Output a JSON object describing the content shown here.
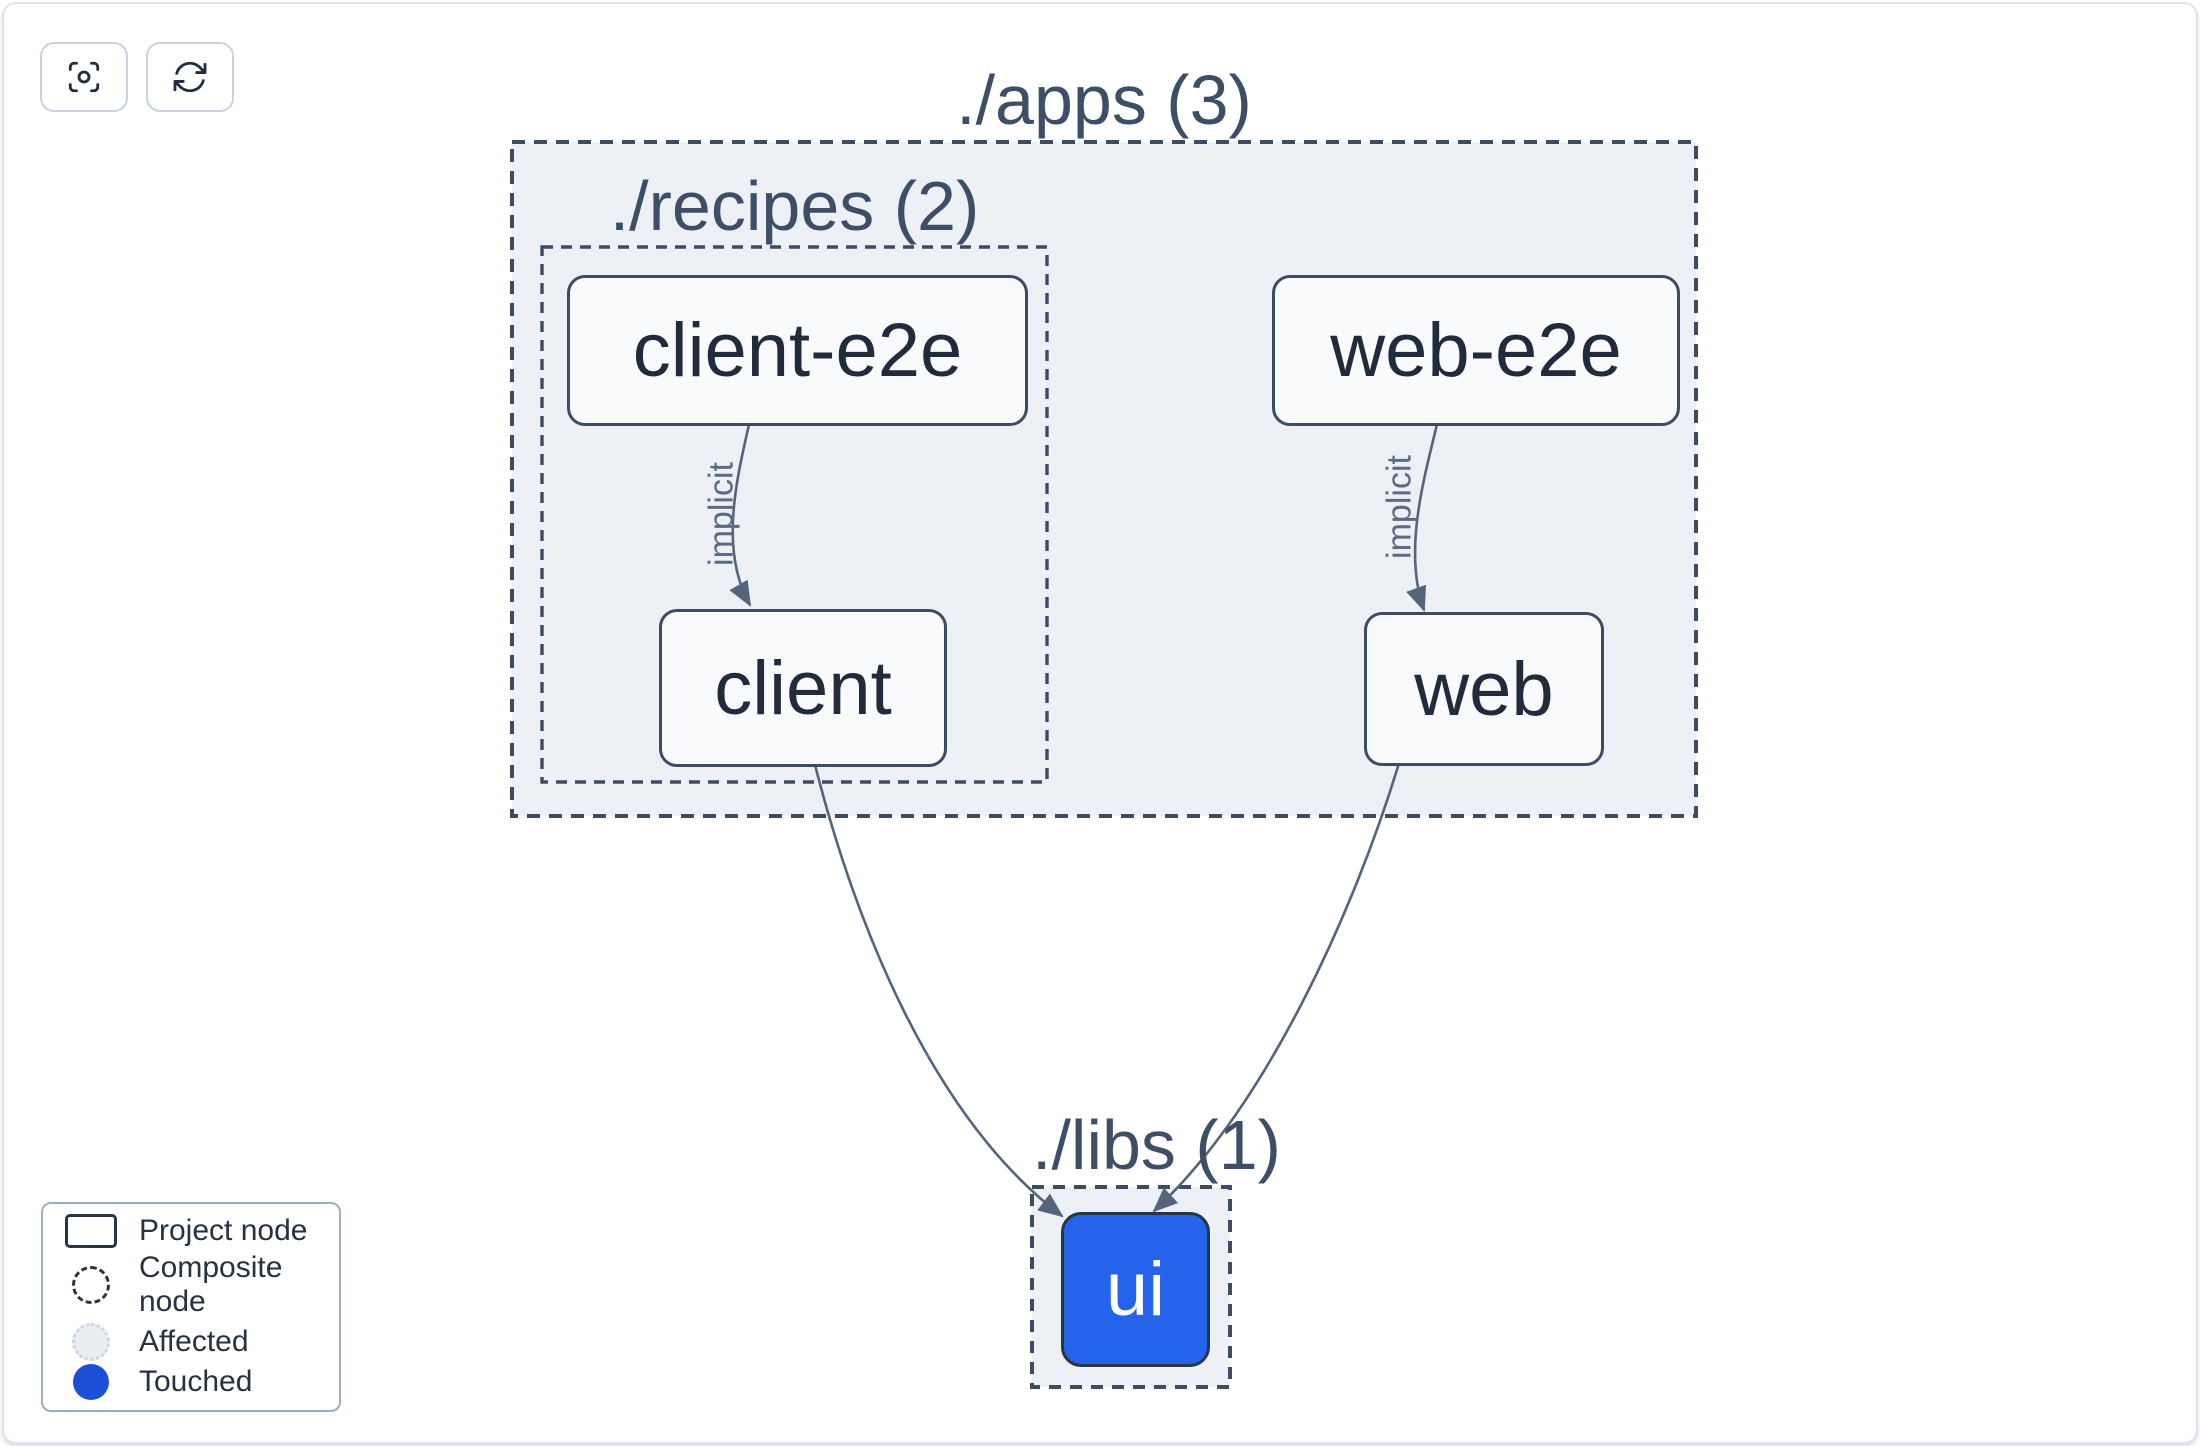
{
  "toolbar": {
    "buttons": [
      {
        "icon": "focus-icon",
        "action": "center-graph"
      },
      {
        "icon": "refresh-icon",
        "action": "refresh-graph"
      }
    ]
  },
  "graph": {
    "groups": [
      {
        "id": "apps",
        "label": "./apps (3)"
      },
      {
        "id": "recipes",
        "label": "./recipes (2)"
      },
      {
        "id": "libs",
        "label": "./libs (1)"
      }
    ],
    "nodes": [
      {
        "id": "client-e2e",
        "label": "client-e2e",
        "state": "normal",
        "group": "recipes"
      },
      {
        "id": "web-e2e",
        "label": "web-e2e",
        "state": "normal",
        "group": "apps"
      },
      {
        "id": "client",
        "label": "client",
        "state": "normal",
        "group": "recipes"
      },
      {
        "id": "web",
        "label": "web",
        "state": "normal",
        "group": "apps"
      },
      {
        "id": "ui",
        "label": "ui",
        "state": "touched",
        "group": "libs"
      }
    ],
    "edges": [
      {
        "from": "client-e2e",
        "to": "client",
        "label": "implicit"
      },
      {
        "from": "web-e2e",
        "to": "web",
        "label": "implicit"
      },
      {
        "from": "client",
        "to": "ui",
        "label": ""
      },
      {
        "from": "web",
        "to": "ui",
        "label": ""
      }
    ]
  },
  "legend": {
    "items": [
      {
        "label": "Project node",
        "swatch": "project"
      },
      {
        "label": "Composite node",
        "swatch": "composite"
      },
      {
        "label": "Affected",
        "swatch": "affected"
      },
      {
        "label": "Touched",
        "swatch": "touched"
      }
    ]
  },
  "colors": {
    "touched_node_fill": "#2563eb",
    "touched_legend": "#1d4ed8",
    "container_fill": "#edf1f6",
    "dashed_border": "#3e4c62",
    "edge": "#566479",
    "title_text": "#3e4e66",
    "node_text": "#212b3c"
  }
}
